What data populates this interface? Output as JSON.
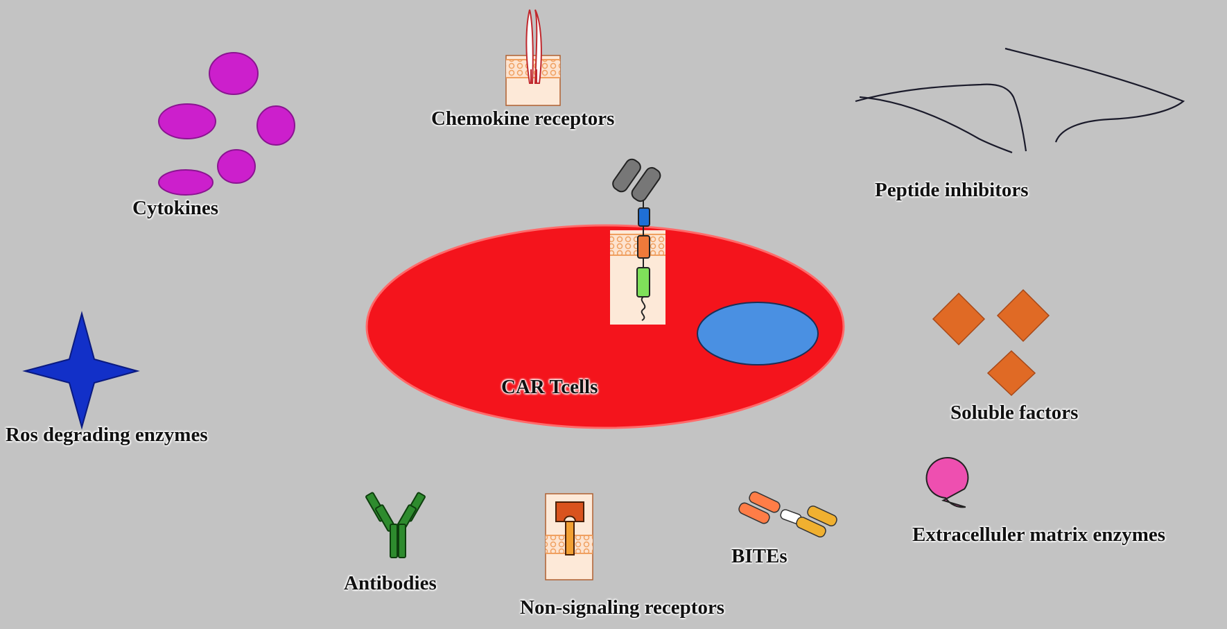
{
  "labels": {
    "chemokine": "Chemokine receptors",
    "cytokines": "Cytokines",
    "peptide": "Peptide inhibitors",
    "car": "CAR Tcells",
    "soluble": "Soluble factors",
    "ros": "Ros degrading enzymes",
    "antibodies": "Antibodies",
    "nonsignaling": "Non-signaling receptors",
    "bites": "BITEs",
    "ecm": "Extracelluler matrix enzymes"
  },
  "icons": {
    "cytokines": "cytokine-blobs-icon",
    "chemokine": "chemokine-receptor-icon",
    "peptide": "peptide-strands-icon",
    "car": "car-construct-icon",
    "nucleus": "nucleus-icon",
    "soluble": "soluble-factor-diamonds-icon",
    "ros": "four-point-star-icon",
    "antibodies": "antibody-icon",
    "nonsignaling": "non-signaling-receptor-icon",
    "bites": "bite-molecule-icon",
    "ecm": "pacman-enzyme-icon"
  },
  "colors": {
    "background": "#c3c3c3",
    "cell": "#f4141c",
    "nucleus": "#4a90e2",
    "cytokine": "#cc1fcc",
    "soluble": "#e06a25",
    "ros": "#1230c8",
    "antibody": "#2e8b2e",
    "ecm": "#ee4fb0",
    "membrane": "#f7a978"
  }
}
